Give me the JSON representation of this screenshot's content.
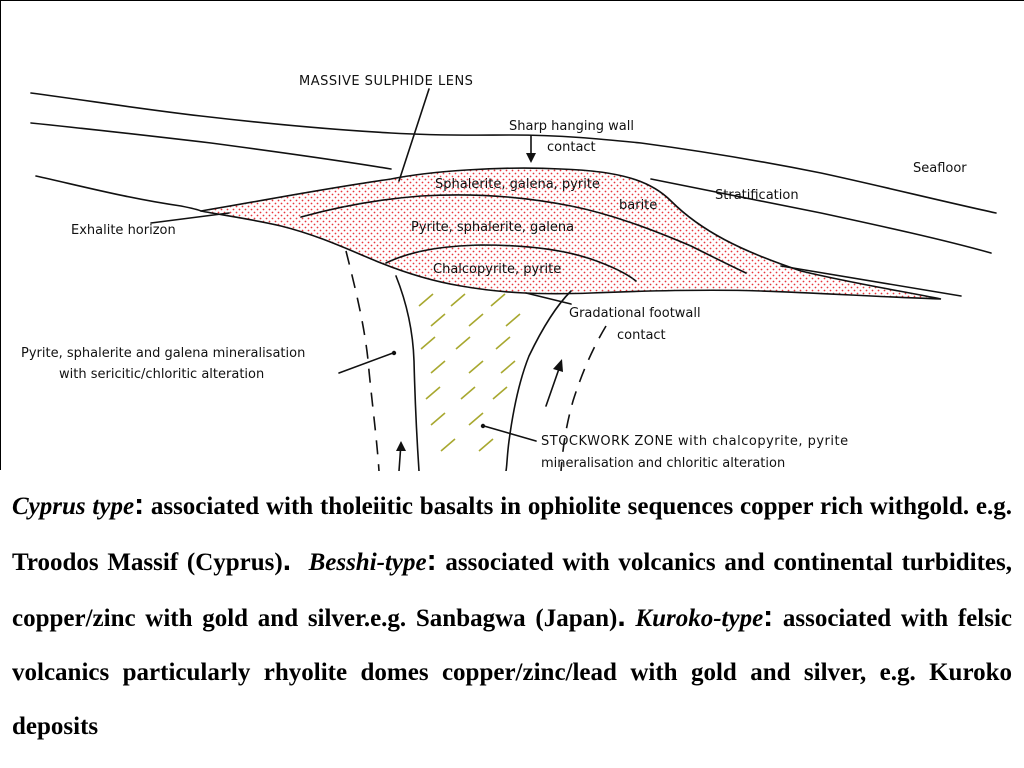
{
  "diagram": {
    "labels": {
      "massive_sulphide_lens": "MASSIVE SULPHIDE LENS",
      "hanging_wall_1": "Sharp hanging wall",
      "hanging_wall_2": "contact",
      "seafloor": "Seafloor",
      "stratification": "Stratification",
      "sphalerite_galena_pyrite": "Sphalerite, galena, pyrite",
      "barite": "barite",
      "exhalite_horizon": "Exhalite horizon",
      "pyrite_sphalerite_galena": "Pyrite, sphalerite, galena",
      "chalcopyrite_pyrite": "Chalcopyrite, pyrite",
      "footwall_1": "Gradational footwall",
      "footwall_2": "contact",
      "mineralisation_1": "Pyrite, sphalerite and galena mineralisation",
      "mineralisation_2": "with sericitic/chloritic alteration",
      "stockwork_1": "STOCKWORK ZONE with chalcopyrite, pyrite",
      "stockwork_2": "mineralisation and chloritic alteration"
    },
    "colors": {
      "lens_dots": "#e8373d",
      "stockwork_hatch": "#a8a830",
      "line": "#111111"
    }
  },
  "text": {
    "cyprus_term": "Cyprus type",
    "cyprus_desc": " associated with tholeiitic basalts in ophiolite sequences copper rich withgold. e.g. Troodos Massif (Cyprus)",
    "besshi_term": "Besshi-type",
    "besshi_desc": " associated with volcanics and continental turbidites, copper/zinc with gold and silver.e.g. Sanbagwa (Japan)",
    "kuroko_term": "Kuroko-type",
    "kuroko_desc": " associated with felsic volcanics particularly rhyolite domes copper/zinc/lead with gold and silver, e.g. Kuroko deposits",
    "colon": ":",
    "period": "."
  }
}
